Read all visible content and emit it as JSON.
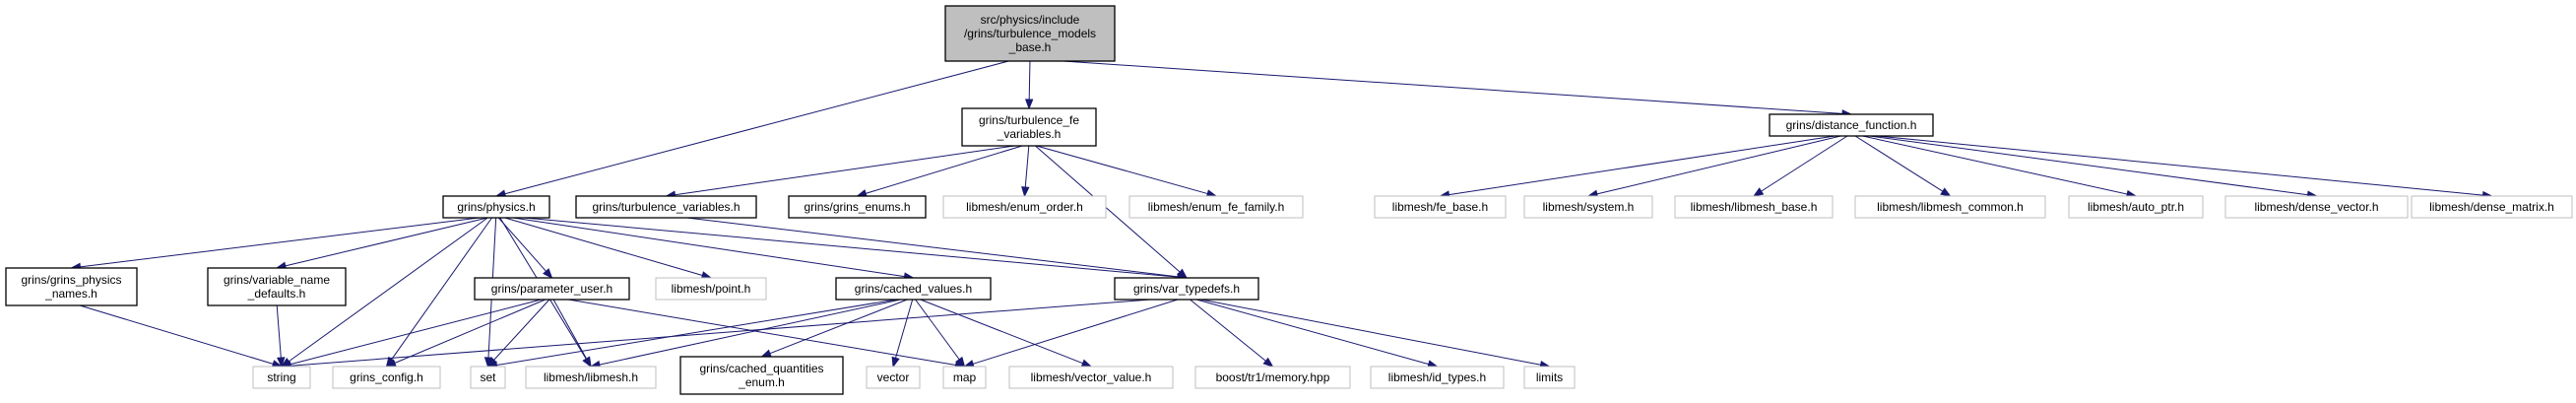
{
  "colors": {
    "edge": "#191970",
    "root_fill": "#bfbfbf",
    "node_border": "#000000",
    "external_border": "#bfbfbf"
  },
  "nodes": [
    {
      "id": "root",
      "lines": [
        "src/physics/include",
        "/grins/turbulence_models",
        "_base.h"
      ],
      "kind": "root"
    },
    {
      "id": "turbulence_fe_variables",
      "lines": [
        "grins/turbulence_fe",
        "_variables.h"
      ],
      "kind": "internal"
    },
    {
      "id": "distance_function",
      "lines": [
        "grins/distance_function.h"
      ],
      "kind": "internal"
    },
    {
      "id": "physics",
      "lines": [
        "grins/physics.h"
      ],
      "kind": "internal"
    },
    {
      "id": "turbulence_variables",
      "lines": [
        "grins/turbulence_variables.h"
      ],
      "kind": "internal"
    },
    {
      "id": "grins_enums",
      "lines": [
        "grins/grins_enums.h"
      ],
      "kind": "internal"
    },
    {
      "id": "enum_order",
      "lines": [
        "libmesh/enum_order.h"
      ],
      "kind": "external"
    },
    {
      "id": "enum_fe_family",
      "lines": [
        "libmesh/enum_fe_family.h"
      ],
      "kind": "external"
    },
    {
      "id": "fe_base",
      "lines": [
        "libmesh/fe_base.h"
      ],
      "kind": "external"
    },
    {
      "id": "system",
      "lines": [
        "libmesh/system.h"
      ],
      "kind": "external"
    },
    {
      "id": "libmesh_base",
      "lines": [
        "libmesh/libmesh_base.h"
      ],
      "kind": "external"
    },
    {
      "id": "libmesh_common",
      "lines": [
        "libmesh/libmesh_common.h"
      ],
      "kind": "external"
    },
    {
      "id": "auto_ptr",
      "lines": [
        "libmesh/auto_ptr.h"
      ],
      "kind": "external"
    },
    {
      "id": "dense_vector",
      "lines": [
        "libmesh/dense_vector.h"
      ],
      "kind": "external"
    },
    {
      "id": "dense_matrix",
      "lines": [
        "libmesh/dense_matrix.h"
      ],
      "kind": "external"
    },
    {
      "id": "grins_physics_names",
      "lines": [
        "grins/grins_physics",
        "_names.h"
      ],
      "kind": "internal"
    },
    {
      "id": "variable_name_defaults",
      "lines": [
        "grins/variable_name",
        "_defaults.h"
      ],
      "kind": "internal"
    },
    {
      "id": "parameter_user",
      "lines": [
        "grins/parameter_user.h"
      ],
      "kind": "internal"
    },
    {
      "id": "point",
      "lines": [
        "libmesh/point.h"
      ],
      "kind": "external"
    },
    {
      "id": "cached_values",
      "lines": [
        "grins/cached_values.h"
      ],
      "kind": "internal"
    },
    {
      "id": "var_typedefs",
      "lines": [
        "grins/var_typedefs.h"
      ],
      "kind": "internal"
    },
    {
      "id": "string",
      "lines": [
        "string"
      ],
      "kind": "external"
    },
    {
      "id": "grins_config",
      "lines": [
        "grins_config.h"
      ],
      "kind": "external"
    },
    {
      "id": "set",
      "lines": [
        "set"
      ],
      "kind": "external"
    },
    {
      "id": "libmesh",
      "lines": [
        "libmesh/libmesh.h"
      ],
      "kind": "external"
    },
    {
      "id": "cached_quantities_enum",
      "lines": [
        "grins/cached_quantities",
        "_enum.h"
      ],
      "kind": "internal"
    },
    {
      "id": "vector",
      "lines": [
        "vector"
      ],
      "kind": "external"
    },
    {
      "id": "map",
      "lines": [
        "map"
      ],
      "kind": "external"
    },
    {
      "id": "vector_value",
      "lines": [
        "libmesh/vector_value.h"
      ],
      "kind": "external"
    },
    {
      "id": "memory",
      "lines": [
        "boost/tr1/memory.hpp"
      ],
      "kind": "external"
    },
    {
      "id": "id_types",
      "lines": [
        "libmesh/id_types.h"
      ],
      "kind": "external"
    },
    {
      "id": "limits",
      "lines": [
        "limits"
      ],
      "kind": "external"
    }
  ],
  "edges": [
    [
      "root",
      "physics"
    ],
    [
      "root",
      "turbulence_fe_variables"
    ],
    [
      "root",
      "distance_function"
    ],
    [
      "turbulence_fe_variables",
      "turbulence_variables"
    ],
    [
      "turbulence_fe_variables",
      "grins_enums"
    ],
    [
      "turbulence_fe_variables",
      "enum_order"
    ],
    [
      "turbulence_fe_variables",
      "enum_fe_family"
    ],
    [
      "turbulence_fe_variables",
      "var_typedefs"
    ],
    [
      "distance_function",
      "fe_base"
    ],
    [
      "distance_function",
      "system"
    ],
    [
      "distance_function",
      "libmesh_base"
    ],
    [
      "distance_function",
      "libmesh_common"
    ],
    [
      "distance_function",
      "auto_ptr"
    ],
    [
      "distance_function",
      "dense_vector"
    ],
    [
      "distance_function",
      "dense_matrix"
    ],
    [
      "physics",
      "grins_physics_names"
    ],
    [
      "physics",
      "variable_name_defaults"
    ],
    [
      "physics",
      "parameter_user"
    ],
    [
      "physics",
      "point"
    ],
    [
      "physics",
      "cached_values"
    ],
    [
      "physics",
      "var_typedefs"
    ],
    [
      "physics",
      "string"
    ],
    [
      "physics",
      "grins_config"
    ],
    [
      "physics",
      "set"
    ],
    [
      "physics",
      "libmesh"
    ],
    [
      "turbulence_variables",
      "var_typedefs"
    ],
    [
      "grins_physics_names",
      "string"
    ],
    [
      "variable_name_defaults",
      "string"
    ],
    [
      "parameter_user",
      "string"
    ],
    [
      "parameter_user",
      "grins_config"
    ],
    [
      "parameter_user",
      "set"
    ],
    [
      "parameter_user",
      "libmesh"
    ],
    [
      "parameter_user",
      "map"
    ],
    [
      "cached_values",
      "set"
    ],
    [
      "cached_values",
      "libmesh"
    ],
    [
      "cached_values",
      "cached_quantities_enum"
    ],
    [
      "cached_values",
      "vector"
    ],
    [
      "cached_values",
      "map"
    ],
    [
      "cached_values",
      "vector_value"
    ],
    [
      "var_typedefs",
      "string"
    ],
    [
      "var_typedefs",
      "map"
    ],
    [
      "var_typedefs",
      "memory"
    ],
    [
      "var_typedefs",
      "id_types"
    ],
    [
      "var_typedefs",
      "limits"
    ]
  ]
}
